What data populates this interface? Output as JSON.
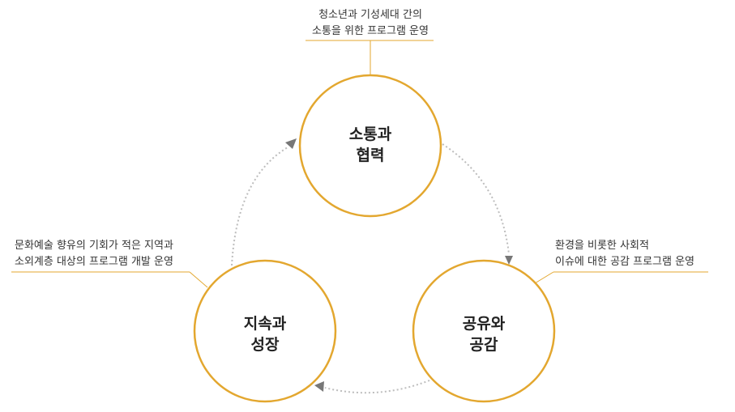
{
  "colors": {
    "circle_stroke": "#e3a72f",
    "leader_line": "#e3a72f",
    "arrow": "#bdbdbd",
    "arrow_head": "#777777",
    "text": "#222222"
  },
  "nodes": {
    "top": {
      "label_line1": "소통과",
      "label_line2": "협력",
      "caption_line1": "청소년과 기성세대 간의",
      "caption_line2": "소통을 위한 프로그램 운영"
    },
    "right": {
      "label_line1": "공유와",
      "label_line2": "공감",
      "caption_line1": "환경을 비롯한 사회적",
      "caption_line2": "이슈에 대한 공감 프로그램 운영"
    },
    "left": {
      "label_line1": "지속과",
      "label_line2": "성장",
      "caption_line1": "문화예술 향유의 기회가 적은 지역과",
      "caption_line2": "소외계층 대상의 프로그램 개발 운영"
    }
  }
}
